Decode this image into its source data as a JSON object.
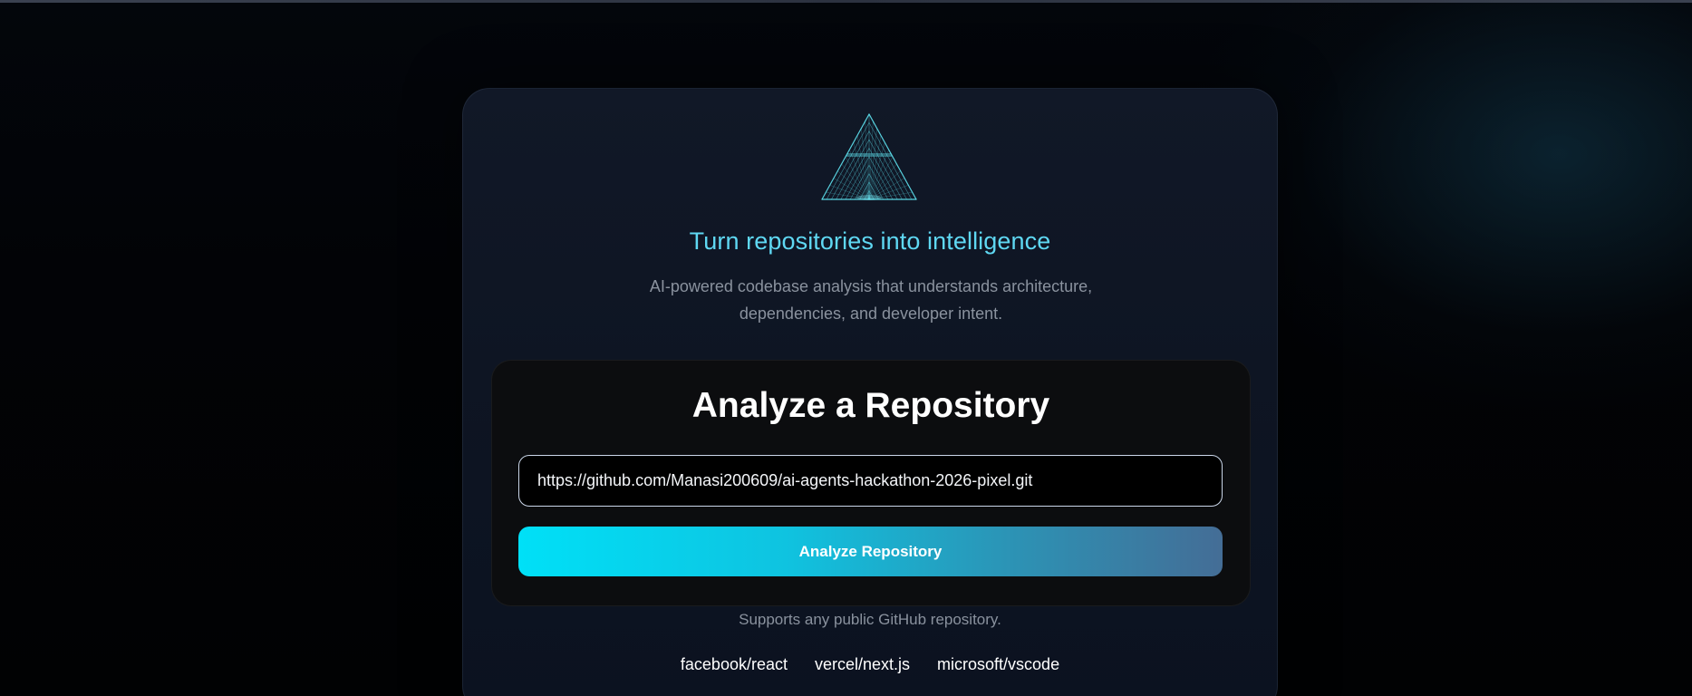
{
  "hero": {
    "logo_icon": "pyramid-logo-icon",
    "tagline": "Turn repositories into intelligence",
    "subtitle": "AI-powered codebase analysis that understands architecture, dependencies, and developer intent."
  },
  "analyze": {
    "title": "Analyze a Repository",
    "input_value": "https://github.com/Manasi200609/ai-agents-hackathon-2026-pixel.git",
    "button_label": "Analyze Repository"
  },
  "footer": {
    "supports_text": "Supports any public GitHub repository.",
    "examples": [
      "facebook/react",
      "vercel/next.js",
      "microsoft/vscode"
    ]
  },
  "colors": {
    "accent": "#5fd8f3",
    "button_gradient_start": "#00e0f7",
    "button_gradient_end": "#446d96",
    "card_background": "#111827",
    "inner_card_background": "#0c0d0f"
  }
}
